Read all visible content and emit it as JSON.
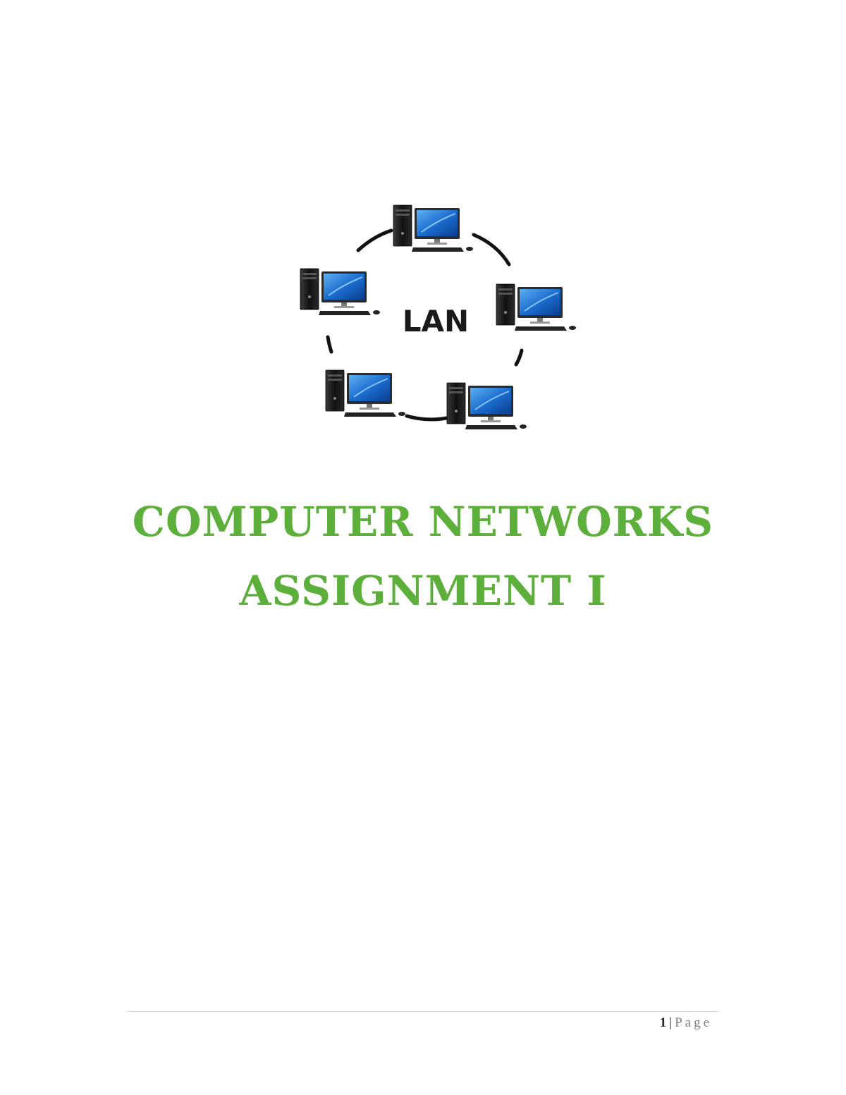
{
  "figure": {
    "center_label": "LAN",
    "node_icon": "desktop-computer-icon",
    "node_count": 5,
    "colors": {
      "ring": "#111111",
      "screen": "#1c6fd1",
      "tower": "#1a1a1a"
    }
  },
  "title": {
    "line1": "COMPUTER NETWORKS",
    "line2": "ASSIGNMENT I",
    "color": "#5daf3c"
  },
  "footer": {
    "page_number": "1",
    "separator": "|",
    "page_label": "Page"
  }
}
